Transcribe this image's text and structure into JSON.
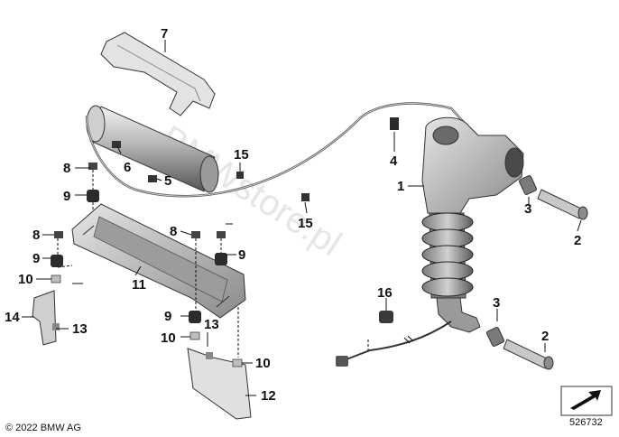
{
  "callouts": [
    "7",
    "8",
    "6",
    "9",
    "15",
    "5",
    "8",
    "9",
    "10",
    "14",
    "13",
    "11",
    "8",
    "9",
    "9",
    "10",
    "13",
    "10",
    "12",
    "4",
    "1",
    "15",
    "3",
    "2",
    "16",
    "3",
    "2"
  ],
  "copyright": "© 2022 BMW AG",
  "diagram_number": "526732",
  "watermark": "BMWstore.pl",
  "colors": {
    "part_light": "#dcdcdc",
    "part_mid": "#a9a9a9",
    "part_dark": "#3a3a3a",
    "outline": "#222222"
  },
  "icons": [
    "direction-arrow-icon"
  ]
}
